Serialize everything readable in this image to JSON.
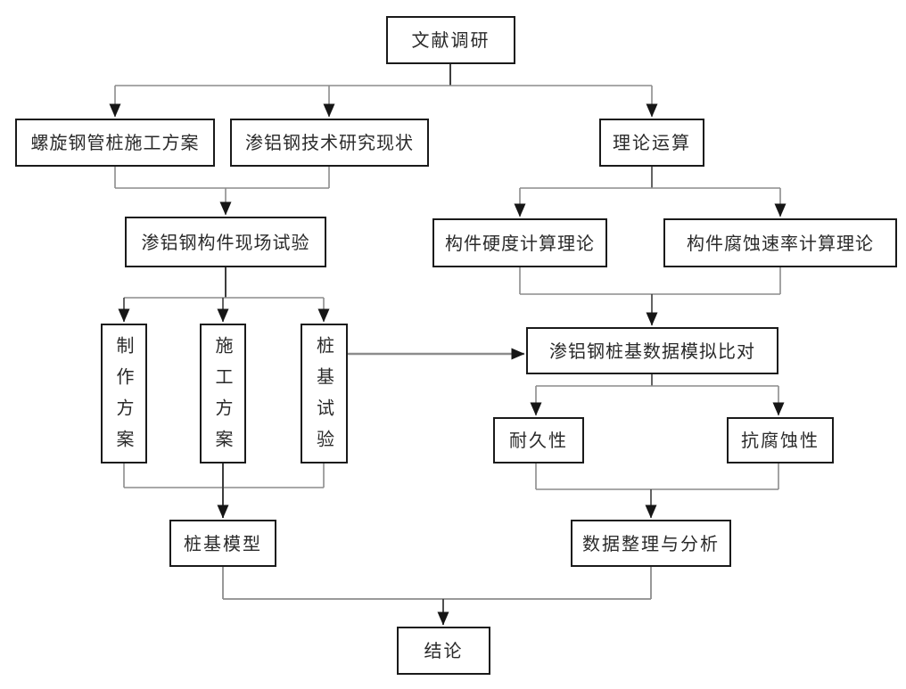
{
  "diagram": {
    "description": "Research route flowchart for aluminized steel pipe pile study",
    "nodes": {
      "literature": "文献调研",
      "spiral_pile_plan": "螺旋钢管桩施工方案",
      "aluminized_status": "渗铝钢技术研究现状",
      "theory_calc": "理论运算",
      "field_test": "渗铝钢构件现场试验",
      "hardness_theory": "构件硬度计算理论",
      "corrosion_rate_theory": "构件腐蚀速率计算理论",
      "fabrication_plan": "制作方案",
      "construction_plan": "施工方案",
      "pile_test": "桩基试验",
      "simulation_compare": "渗铝钢桩基数据模拟比对",
      "durability": "耐久性",
      "anti_corrosion": "抗腐蚀性",
      "pile_model": "桩基模型",
      "data_analysis": "数据整理与分析",
      "conclusion": "结论"
    },
    "colors": {
      "box_border": "#1a1a1a",
      "line_gray": "#8c8c8c",
      "line_dark": "#3d3d3d",
      "arrow_black": "#161616",
      "background": "#ffffff",
      "text": "#2a2a2a"
    }
  }
}
